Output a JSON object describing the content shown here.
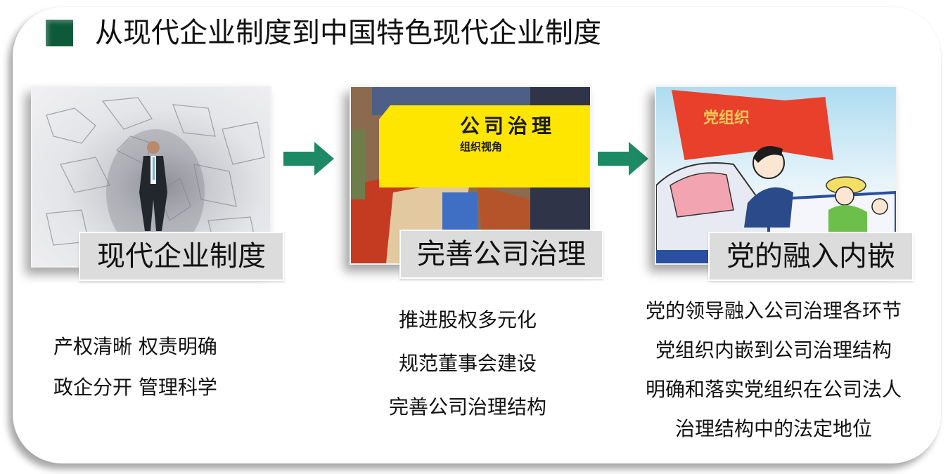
{
  "slide": {
    "title": "从现代企业制度到中国特色现代企业制度",
    "accent_color": "#0d5a3a",
    "arrow_color": "#1e8a65"
  },
  "stages": [
    {
      "label": "现代企业制度",
      "image": "businessman-breaking-wall",
      "points": [
        "产权清晰 权责明确",
        "政企分开 管理科学"
      ]
    },
    {
      "label": "完善公司治理",
      "image": "book-cover-corporate-governance",
      "image_text": {
        "title": "公司治理",
        "subtitle": "组织视角"
      },
      "points": [
        "推进股权多元化",
        "规范董事会建设",
        "完善公司治理结构"
      ]
    },
    {
      "label": "党的融入内嵌",
      "image": "cartoon-party-flag-train",
      "image_text": {
        "flag": "党组织"
      },
      "points": [
        "党的领导融入公司治理各环节",
        "党组织内嵌到公司治理结构",
        "明确和落实党组织在公司法人",
        "治理结构中的法定地位"
      ]
    }
  ],
  "arrows": [
    "right-arrow",
    "right-arrow"
  ]
}
